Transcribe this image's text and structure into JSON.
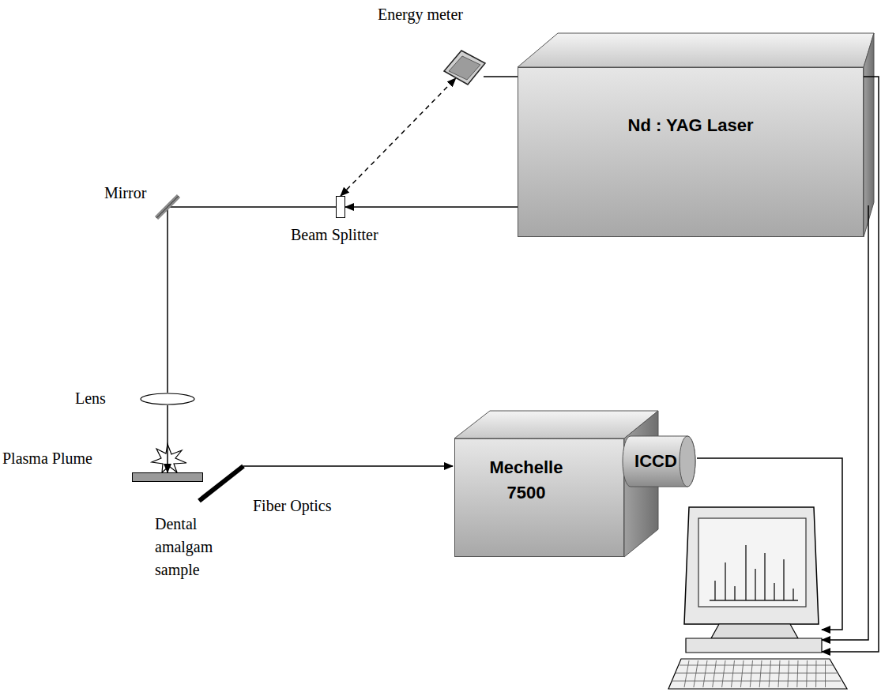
{
  "diagram": {
    "nodes": [
      {
        "text": [
          "Energy meter"
        ]
      },
      {
        "text": [
          "Mirror"
        ]
      },
      {
        "text": [
          "Beam Splitter"
        ]
      },
      {
        "text": [
          "Nd : YAG Laser"
        ]
      },
      {
        "text": [
          "Lens"
        ]
      },
      {
        "text": [
          "Mechelle 7500"
        ]
      },
      {
        "text": [
          "ICCD"
        ]
      },
      {
        "text": [
          "Dental amalgam sample"
        ]
      }
    ],
    "edges": [
      {
        "from": 3,
        "to": 2,
        "arrow": "to"
      },
      {
        "from": 2,
        "to": 1,
        "arrow": "none"
      },
      {
        "from": 2,
        "to": 0,
        "arrow": "both"
      },
      {
        "from": 1,
        "to": 4,
        "arrow": "none"
      },
      {
        "from": 4,
        "to": 7,
        "arrow": "to"
      }
    ],
    "labels": [
      "Plasma Plume",
      "Fiber Optics"
    ]
  }
}
